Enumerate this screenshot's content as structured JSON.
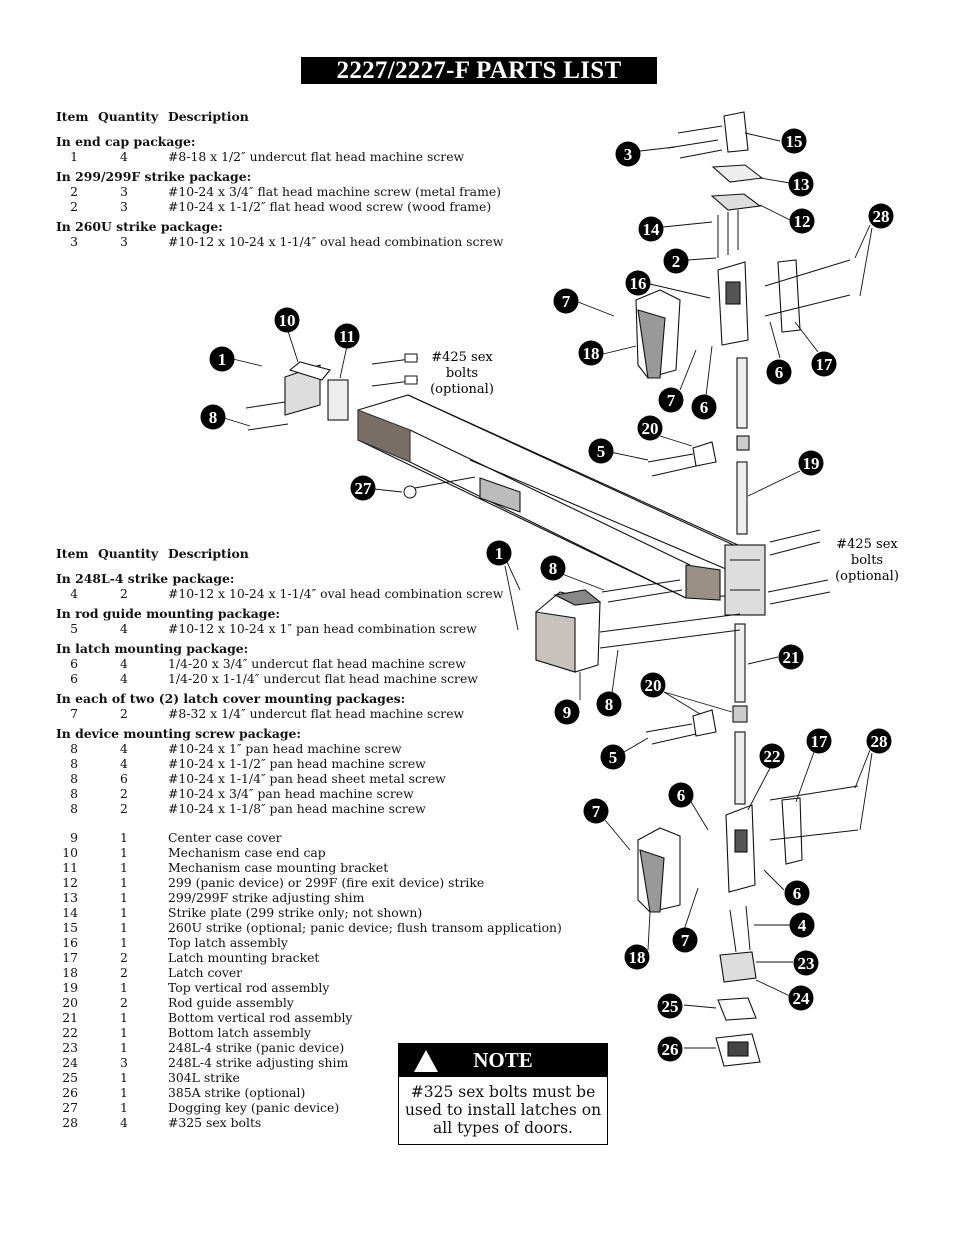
{
  "title": "2227/2227-F PARTS LIST",
  "table_headers": {
    "item": "Item",
    "quantity": "Quantity",
    "description": "Description"
  },
  "top_packages": [
    {
      "title": "In end cap package:",
      "rows": [
        {
          "item": "1",
          "qty": "4",
          "desc": "#8-18 x 1/2″ undercut flat head machine screw"
        }
      ]
    },
    {
      "title": "In 299/299F strike package:",
      "rows": [
        {
          "item": "2",
          "qty": "3",
          "desc": "#10-24 x 3/4″ flat head machine screw (metal frame)"
        },
        {
          "item": "2",
          "qty": "3",
          "desc": "#10-24 x 1-1/2″ flat head wood screw (wood frame)"
        }
      ]
    },
    {
      "title": "In 260U strike package:",
      "rows": [
        {
          "item": "3",
          "qty": "3",
          "desc": "#10-12 x 10-24 x 1-1/4″ oval head combination screw"
        }
      ]
    }
  ],
  "bottom_packages": [
    {
      "title": "In 248L-4 strike package:",
      "rows": [
        {
          "item": "4",
          "qty": "2",
          "desc": "#10-12 x 10-24 x 1-1/4″ oval head combination screw"
        }
      ]
    },
    {
      "title": "In rod guide mounting package:",
      "rows": [
        {
          "item": "5",
          "qty": "4",
          "desc": "#10-12 x 10-24 x 1″ pan head combination screw"
        }
      ]
    },
    {
      "title": "In latch mounting package:",
      "rows": [
        {
          "item": "6",
          "qty": "4",
          "desc": "1/4-20 x 3/4″ undercut flat head machine screw"
        },
        {
          "item": "6",
          "qty": "4",
          "desc": "1/4-20 x 1-1/4″ undercut flat head machine screw"
        }
      ]
    },
    {
      "title": "In each of two (2) latch cover mounting packages:",
      "rows": [
        {
          "item": "7",
          "qty": "2",
          "desc": "#8-32 x 1/4″ undercut flat head machine screw"
        }
      ]
    },
    {
      "title": "In device mounting screw package:",
      "rows": [
        {
          "item": "8",
          "qty": "4",
          "desc": "#10-24 x 1″ pan head machine screw"
        },
        {
          "item": "8",
          "qty": "4",
          "desc": "#10-24 x 1-1/2″ pan head machine screw"
        },
        {
          "item": "8",
          "qty": "6",
          "desc": "#10-24 x 1-1/4″ pan head sheet metal screw"
        },
        {
          "item": "8",
          "qty": "2",
          "desc": "#10-24 x 3/4″ pan head machine screw"
        },
        {
          "item": "8",
          "qty": "2",
          "desc": "#10-24 x 1-1/8″ pan head machine screw"
        }
      ]
    }
  ],
  "parts": [
    {
      "item": "9",
      "qty": "1",
      "desc": "Center case cover"
    },
    {
      "item": "10",
      "qty": "1",
      "desc": "Mechanism case end cap"
    },
    {
      "item": "11",
      "qty": "1",
      "desc": "Mechanism case mounting bracket"
    },
    {
      "item": "12",
      "qty": "1",
      "desc": "299 (panic device) or 299F (fire exit device) strike"
    },
    {
      "item": "13",
      "qty": "1",
      "desc": "299/299F strike adjusting shim"
    },
    {
      "item": "14",
      "qty": "1",
      "desc": "Strike plate (299 strike only; not shown)"
    },
    {
      "item": "15",
      "qty": "1",
      "desc": "260U strike (optional; panic device; flush transom application)"
    },
    {
      "item": "16",
      "qty": "1",
      "desc": "Top latch assembly"
    },
    {
      "item": "17",
      "qty": "2",
      "desc": "Latch mounting bracket"
    },
    {
      "item": "18",
      "qty": "2",
      "desc": "Latch cover"
    },
    {
      "item": "19",
      "qty": "1",
      "desc": "Top vertical rod assembly"
    },
    {
      "item": "20",
      "qty": "2",
      "desc": "Rod guide assembly"
    },
    {
      "item": "21",
      "qty": "1",
      "desc": "Bottom vertical rod assembly"
    },
    {
      "item": "22",
      "qty": "1",
      "desc": "Bottom latch assembly"
    },
    {
      "item": "23",
      "qty": "1",
      "desc": "248L-4 strike (panic device)"
    },
    {
      "item": "24",
      "qty": "3",
      "desc": "248L-4 strike adjusting shim"
    },
    {
      "item": "25",
      "qty": "1",
      "desc": "304L strike"
    },
    {
      "item": "26",
      "qty": "1",
      "desc": "385A strike (optional)"
    },
    {
      "item": "27",
      "qty": "1",
      "desc": "Dogging key (panic device)"
    },
    {
      "item": "28",
      "qty": "4",
      "desc": "#325 sex bolts"
    }
  ],
  "note": {
    "label": "NOTE",
    "text": "#325 sex bolts must be used to install latches on all types of doors."
  },
  "diagram": {
    "sex_bolt_label_1": [
      "#425 sex",
      "bolts",
      "(optional)"
    ],
    "sex_bolt_label_2": [
      "#425 sex",
      "bolts",
      "(optional)"
    ],
    "callouts": [
      "1",
      "1",
      "2",
      "3",
      "4",
      "5",
      "5",
      "6",
      "6",
      "6",
      "6",
      "7",
      "7",
      "7",
      "7",
      "8",
      "8",
      "8",
      "9",
      "10",
      "11",
      "12",
      "13",
      "14",
      "15",
      "16",
      "17",
      "17",
      "18",
      "18",
      "19",
      "20",
      "20",
      "21",
      "22",
      "23",
      "24",
      "25",
      "26",
      "27",
      "28",
      "28"
    ]
  }
}
